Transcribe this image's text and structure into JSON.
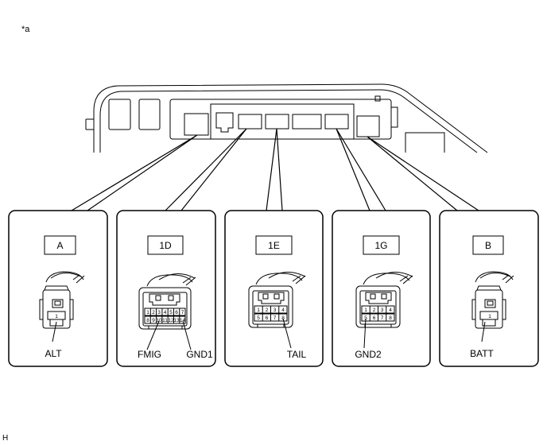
{
  "corner_label": "*a",
  "footer_label": "H",
  "panels": [
    {
      "id": "A",
      "tag": "A",
      "pins": [
        "1"
      ],
      "signals": [
        "ALT"
      ]
    },
    {
      "id": "1D",
      "tag": "1D",
      "pins": [
        "1",
        "2",
        "3",
        "4",
        "5",
        "6",
        "7",
        "8",
        "9",
        "10",
        "11",
        "12",
        "13",
        "14"
      ],
      "signals": [
        "FMIG",
        "GND1"
      ]
    },
    {
      "id": "1E",
      "tag": "1E",
      "pins": [
        "1",
        "2",
        "3",
        "4",
        "5",
        "6",
        "7",
        "8"
      ],
      "signals": [
        "TAIL"
      ]
    },
    {
      "id": "1G",
      "tag": "1G",
      "pins": [
        "1",
        "2",
        "3",
        "4",
        "5",
        "6",
        "7",
        "8"
      ],
      "signals": [
        "GND2"
      ]
    },
    {
      "id": "B",
      "tag": "B",
      "pins": [
        "1"
      ],
      "signals": [
        "BATT"
      ]
    }
  ]
}
